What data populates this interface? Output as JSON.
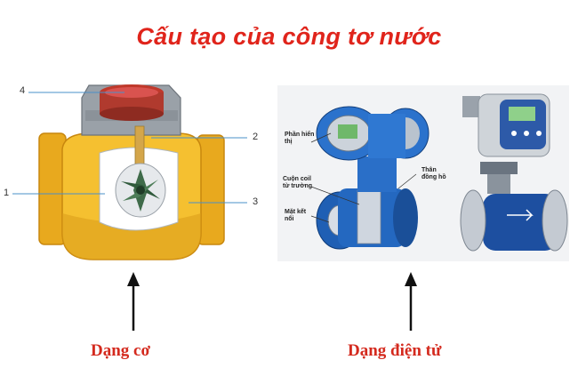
{
  "title": "Cấu tạo của công tơ nước",
  "left": {
    "caption": "Dạng cơ",
    "callouts": [
      "1",
      "2",
      "3",
      "4"
    ]
  },
  "right": {
    "caption": "Dạng điện tử",
    "labels": {
      "display": "Phần hiển thị",
      "coil": "Cuộn coil từ trường",
      "flange": "Mặt kết nối",
      "body": "Thân đồng hồ"
    }
  },
  "colors": {
    "title": "#e0241b",
    "caption": "#d42a1e",
    "brass": "#f5c030",
    "meter_blue": "#1f5fb4"
  }
}
